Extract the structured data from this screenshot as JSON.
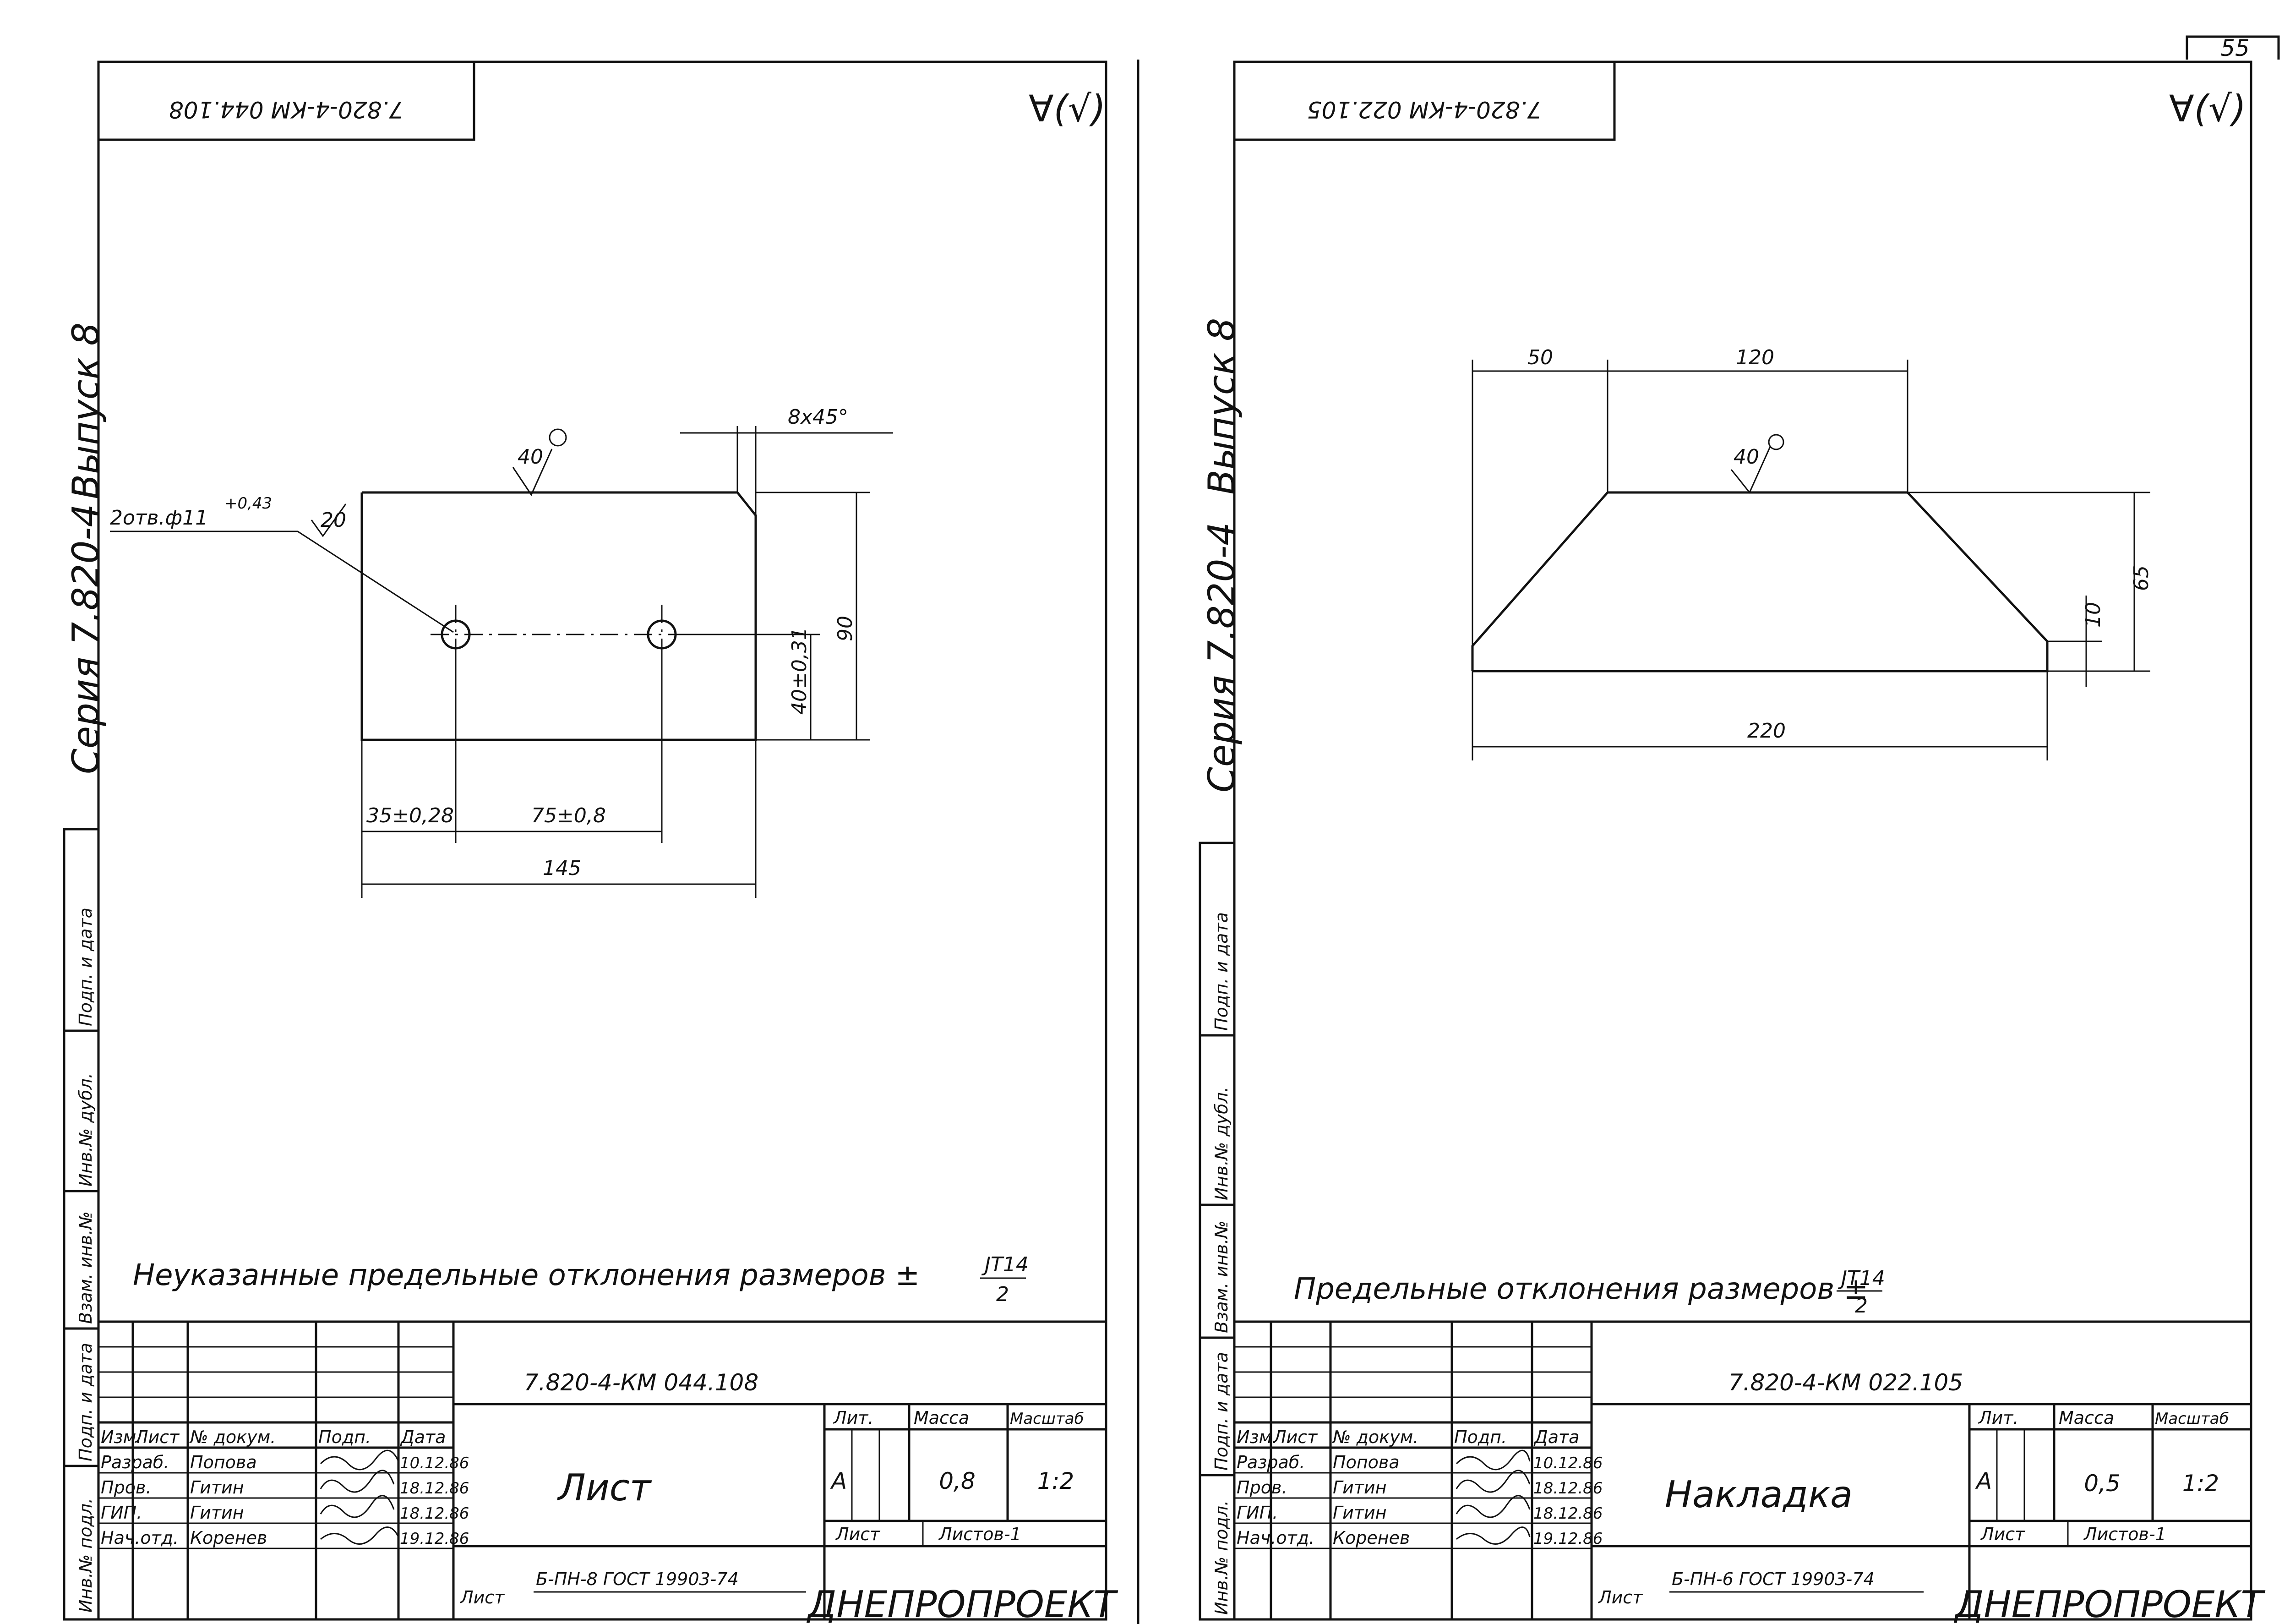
{
  "sheet_number": "55",
  "left_sheet": {
    "doc_code_rotated": "7.820-4-КМ 044.108",
    "roughness": "∀(√)",
    "series_label": "Серия 7.820-4",
    "issue_label": "Выпуск 8",
    "side_stamp": [
      "Инв.№ подл.",
      "Подп. и дата",
      "Взам. инв.№",
      "Инв.№ дубл.",
      "Подп. и дата"
    ],
    "dims": {
      "hole_callout": "2отв.ф11",
      "hole_tol": "+0,43",
      "roughness_holes": "20",
      "roughness_top": "40",
      "chamfer": "8x45°",
      "height": "90",
      "hole_height": "40±0,31",
      "x1": "35±0,28",
      "x2": "75±0,8",
      "length": "145"
    },
    "note_text": "Неуказанные предельные отклонения размеров ±",
    "note_num": "JT14",
    "note_den": "2",
    "title_block": {
      "doc_code": "7.820-4-КМ 044.108",
      "part_name": "Лист",
      "header_cols": [
        "Изм.",
        "Лист",
        "№ докум.",
        "Подп.",
        "Дата"
      ],
      "rows": [
        {
          "role": "Разраб.",
          "name": "Попова",
          "date": "10.12.86"
        },
        {
          "role": "Пров.",
          "name": "Гитин",
          "date": "18.12.86"
        },
        {
          "role": "ГИП.",
          "name": "Гитин",
          "date": "18.12.86"
        },
        {
          "role": "Нач.отд.",
          "name": "Коренев",
          "date": "19.12.86"
        }
      ],
      "lit_label": "Лит.",
      "mass_label": "Масса",
      "scale_label": "Масштаб",
      "lit_value": "А",
      "mass_value": "0,8",
      "scale_value": "1:2",
      "sheet_label": "Лист",
      "sheets_label": "Листов-1",
      "material": "Б-ПН-8 ГОСТ 19903-74",
      "material_prefix": "Лист",
      "org": "ДНЕПРОПРОЕКТ"
    }
  },
  "right_sheet": {
    "doc_code_rotated": "7.820-4-КМ 022.105",
    "roughness": "∀(√)",
    "series_label": "Серия 7.820-4",
    "issue_label": "Выпуск 8",
    "side_stamp": [
      "Инв.№ подл.",
      "Подп. и дата",
      "Взам. инв.№",
      "Инв.№ дубл.",
      "Подп. и дата"
    ],
    "dims": {
      "top_left": "50",
      "top_mid": "120",
      "roughness_top": "40",
      "height": "65",
      "side_height": "10",
      "length": "220"
    },
    "note_text": "Предельные отклонения размеров ±",
    "note_num": "JT14",
    "note_den": "2",
    "title_block": {
      "doc_code": "7.820-4-КМ 022.105",
      "part_name": "Накладка",
      "header_cols": [
        "Изм.",
        "Лист",
        "№ докум.",
        "Подп.",
        "Дата"
      ],
      "rows": [
        {
          "role": "Разраб.",
          "name": "Попова",
          "date": "10.12.86"
        },
        {
          "role": "Пров.",
          "name": "Гитин",
          "date": "18.12.86"
        },
        {
          "role": "ГИП.",
          "name": "Гитин",
          "date": "18.12.86"
        },
        {
          "role": "Нач.отд.",
          "name": "Коренев",
          "date": "19.12.86"
        }
      ],
      "lit_label": "Лит.",
      "mass_label": "Масса",
      "scale_label": "Масштаб",
      "lit_value": "А",
      "mass_value": "0,5",
      "scale_value": "1:2",
      "sheet_label": "Лист",
      "sheets_label": "Листов-1",
      "material": "Б-ПН-6 ГОСТ 19903-74",
      "material_prefix": "Лист",
      "org": "ДНЕПРОПРОЕКТ"
    }
  }
}
